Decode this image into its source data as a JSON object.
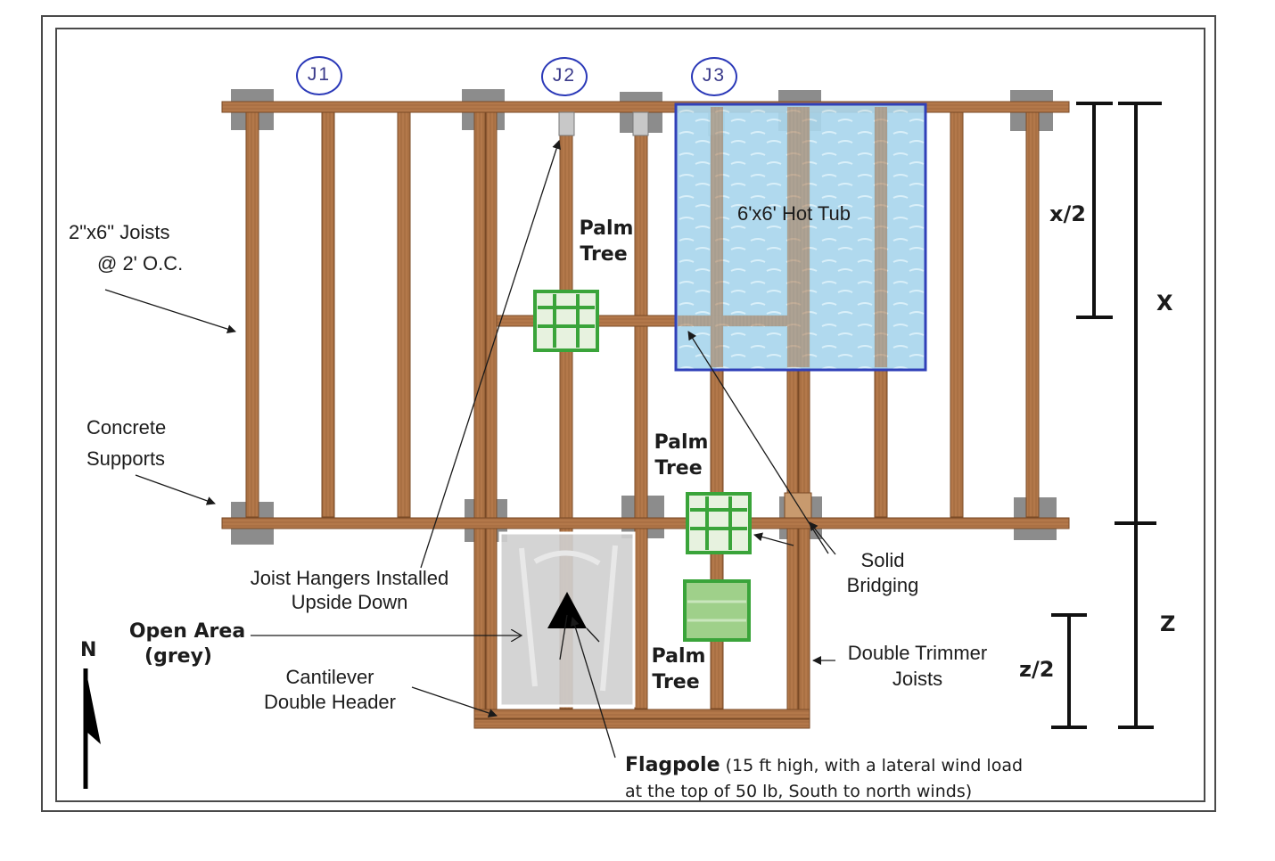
{
  "joist_markers": [
    "J1",
    "J2",
    "J3"
  ],
  "labels": {
    "joists_line1": "2\"x6\" Joists",
    "joists_line2": "@ 2' O.C.",
    "supports_line1": "Concrete",
    "supports_line2": "Supports",
    "hangers_line1": "Joist Hangers Installed",
    "hangers_line2": "Upside Down",
    "open_area_line1": "Open Area",
    "open_area_line2": "(grey)",
    "cantilever_line1": "Cantilever",
    "cantilever_line2": "Double Header",
    "hot_tub": "6'x6' Hot Tub",
    "palm_tree_1_line1": "Palm",
    "palm_tree_1_line2": "Tree",
    "palm_tree_2_line1": "Palm",
    "palm_tree_2_line2": "Tree",
    "palm_tree_3_line1": "Palm",
    "palm_tree_3_line2": "Tree",
    "solid_bridging_line1": "Solid",
    "solid_bridging_line2": "Bridging",
    "double_trimmer_line1": "Double Trimmer",
    "double_trimmer_line2": "Joists",
    "flagpole_title": "Flagpole",
    "flagpole_detail_line1": "(15 ft high, with a lateral wind load",
    "flagpole_detail_line2": "at the top of 50 lb, South to north winds)",
    "north": "N"
  },
  "dimensions": {
    "x_half": "x/2",
    "x_full": "X",
    "z_full": "Z",
    "z_half": "z/2"
  },
  "colors": {
    "lumber": "#b3784a",
    "lumber_edge": "#7a4a26",
    "concrete": "#8c8c8c",
    "hot_tub_fill": "#a9d6ec",
    "hot_tub_border": "#3040b8",
    "palm_box": "#3aa43a",
    "open_area": "#cfcfcf",
    "marker_circle": "#2b39b8"
  }
}
